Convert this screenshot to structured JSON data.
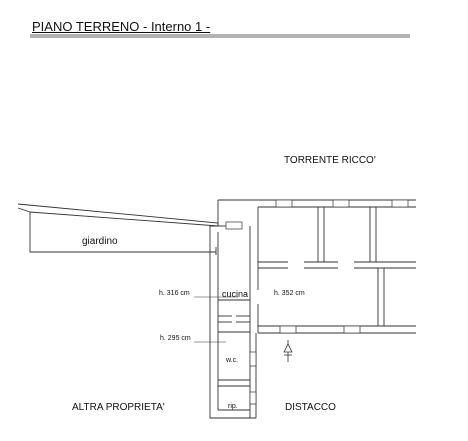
{
  "title": "PIANO TERRENO - Interno 1 -",
  "areas": {
    "north": "TORRENTE RICCO'",
    "garden": "giardino",
    "west": "ALTRA PROPRIETA'",
    "south": "DISTACCO"
  },
  "rooms": {
    "kitchen": "cucina",
    "wc": "w.c.",
    "storage": "rip."
  },
  "heights": {
    "h1": "h. 316 cm",
    "h2": "h. 352 cm",
    "h3": "h. 295 cm"
  },
  "colors": {
    "line": "#333333",
    "wall_fill": "#ffffff"
  }
}
